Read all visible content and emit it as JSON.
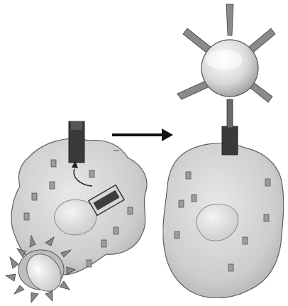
{
  "diagram": {
    "panels": [
      {
        "id": "before",
        "cell": "cell-with-engulfed-particle",
        "membrane_receptor_visible": true,
        "internal_fragments": 9
      },
      {
        "id": "after",
        "cell": "presenting-cell",
        "membrane_receptor_visible": true,
        "bound_particle": "spiked-sphere"
      }
    ],
    "transition": "arrow-right",
    "colors": {
      "cell_fill": "#cfcfcf",
      "cell_outline": "#4a4a4a",
      "nucleus": "#e2e2e2",
      "receptor": "#3a3a3a",
      "fragment": "#9c9c9c",
      "arrow": "#111111",
      "spike": "#8a8a8a"
    }
  }
}
